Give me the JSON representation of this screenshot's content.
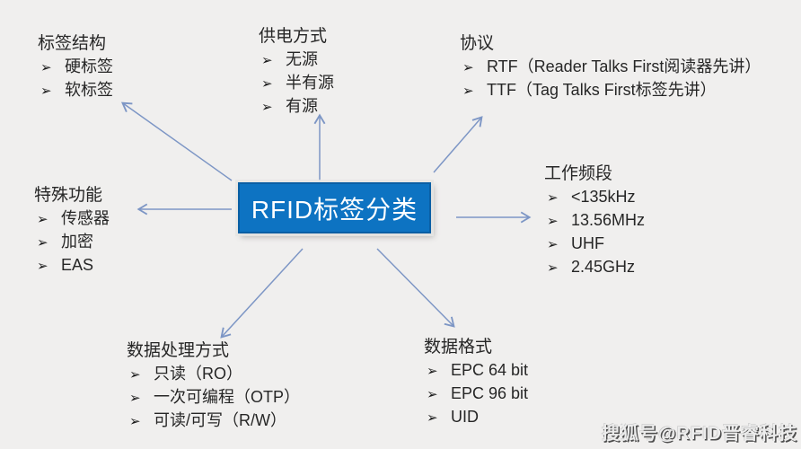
{
  "colors": {
    "page_bg": "#f0efee",
    "text": "#262626",
    "arrow": "#7d96c5",
    "box_bg": "#0d73c2",
    "box_border": "#0a5fa4",
    "box_text": "#ffffff"
  },
  "bullet_icon": "➢",
  "center": {
    "label": "RFID标签分类"
  },
  "groups": [
    {
      "id": "tag-structure",
      "title": "标签结构",
      "items": [
        "硬标签",
        "软标签"
      ]
    },
    {
      "id": "power-supply",
      "title": "供电方式",
      "items": [
        "无源",
        "半有源",
        "有源"
      ]
    },
    {
      "id": "protocol",
      "title": "协议",
      "items": [
        "RTF（Reader Talks First阅读器先讲）",
        "TTF（Tag Talks First标签先讲）"
      ]
    },
    {
      "id": "special-functions",
      "title": "特殊功能",
      "items": [
        "传感器",
        "加密",
        "EAS"
      ]
    },
    {
      "id": "working-frequency",
      "title": "工作频段",
      "items": [
        "<135kHz",
        "13.56MHz",
        "UHF",
        "2.45GHz"
      ]
    },
    {
      "id": "data-processing",
      "title": "数据处理方式",
      "items": [
        "只读（RO）",
        "一次可编程（OTP）",
        "可读/可写（R/W）"
      ]
    },
    {
      "id": "data-format",
      "title": "数据格式",
      "items": [
        "EPC 64 bit",
        "EPC 96 bit",
        "UID"
      ]
    }
  ],
  "watermark": "搜狐号@RFID晋睿科技"
}
